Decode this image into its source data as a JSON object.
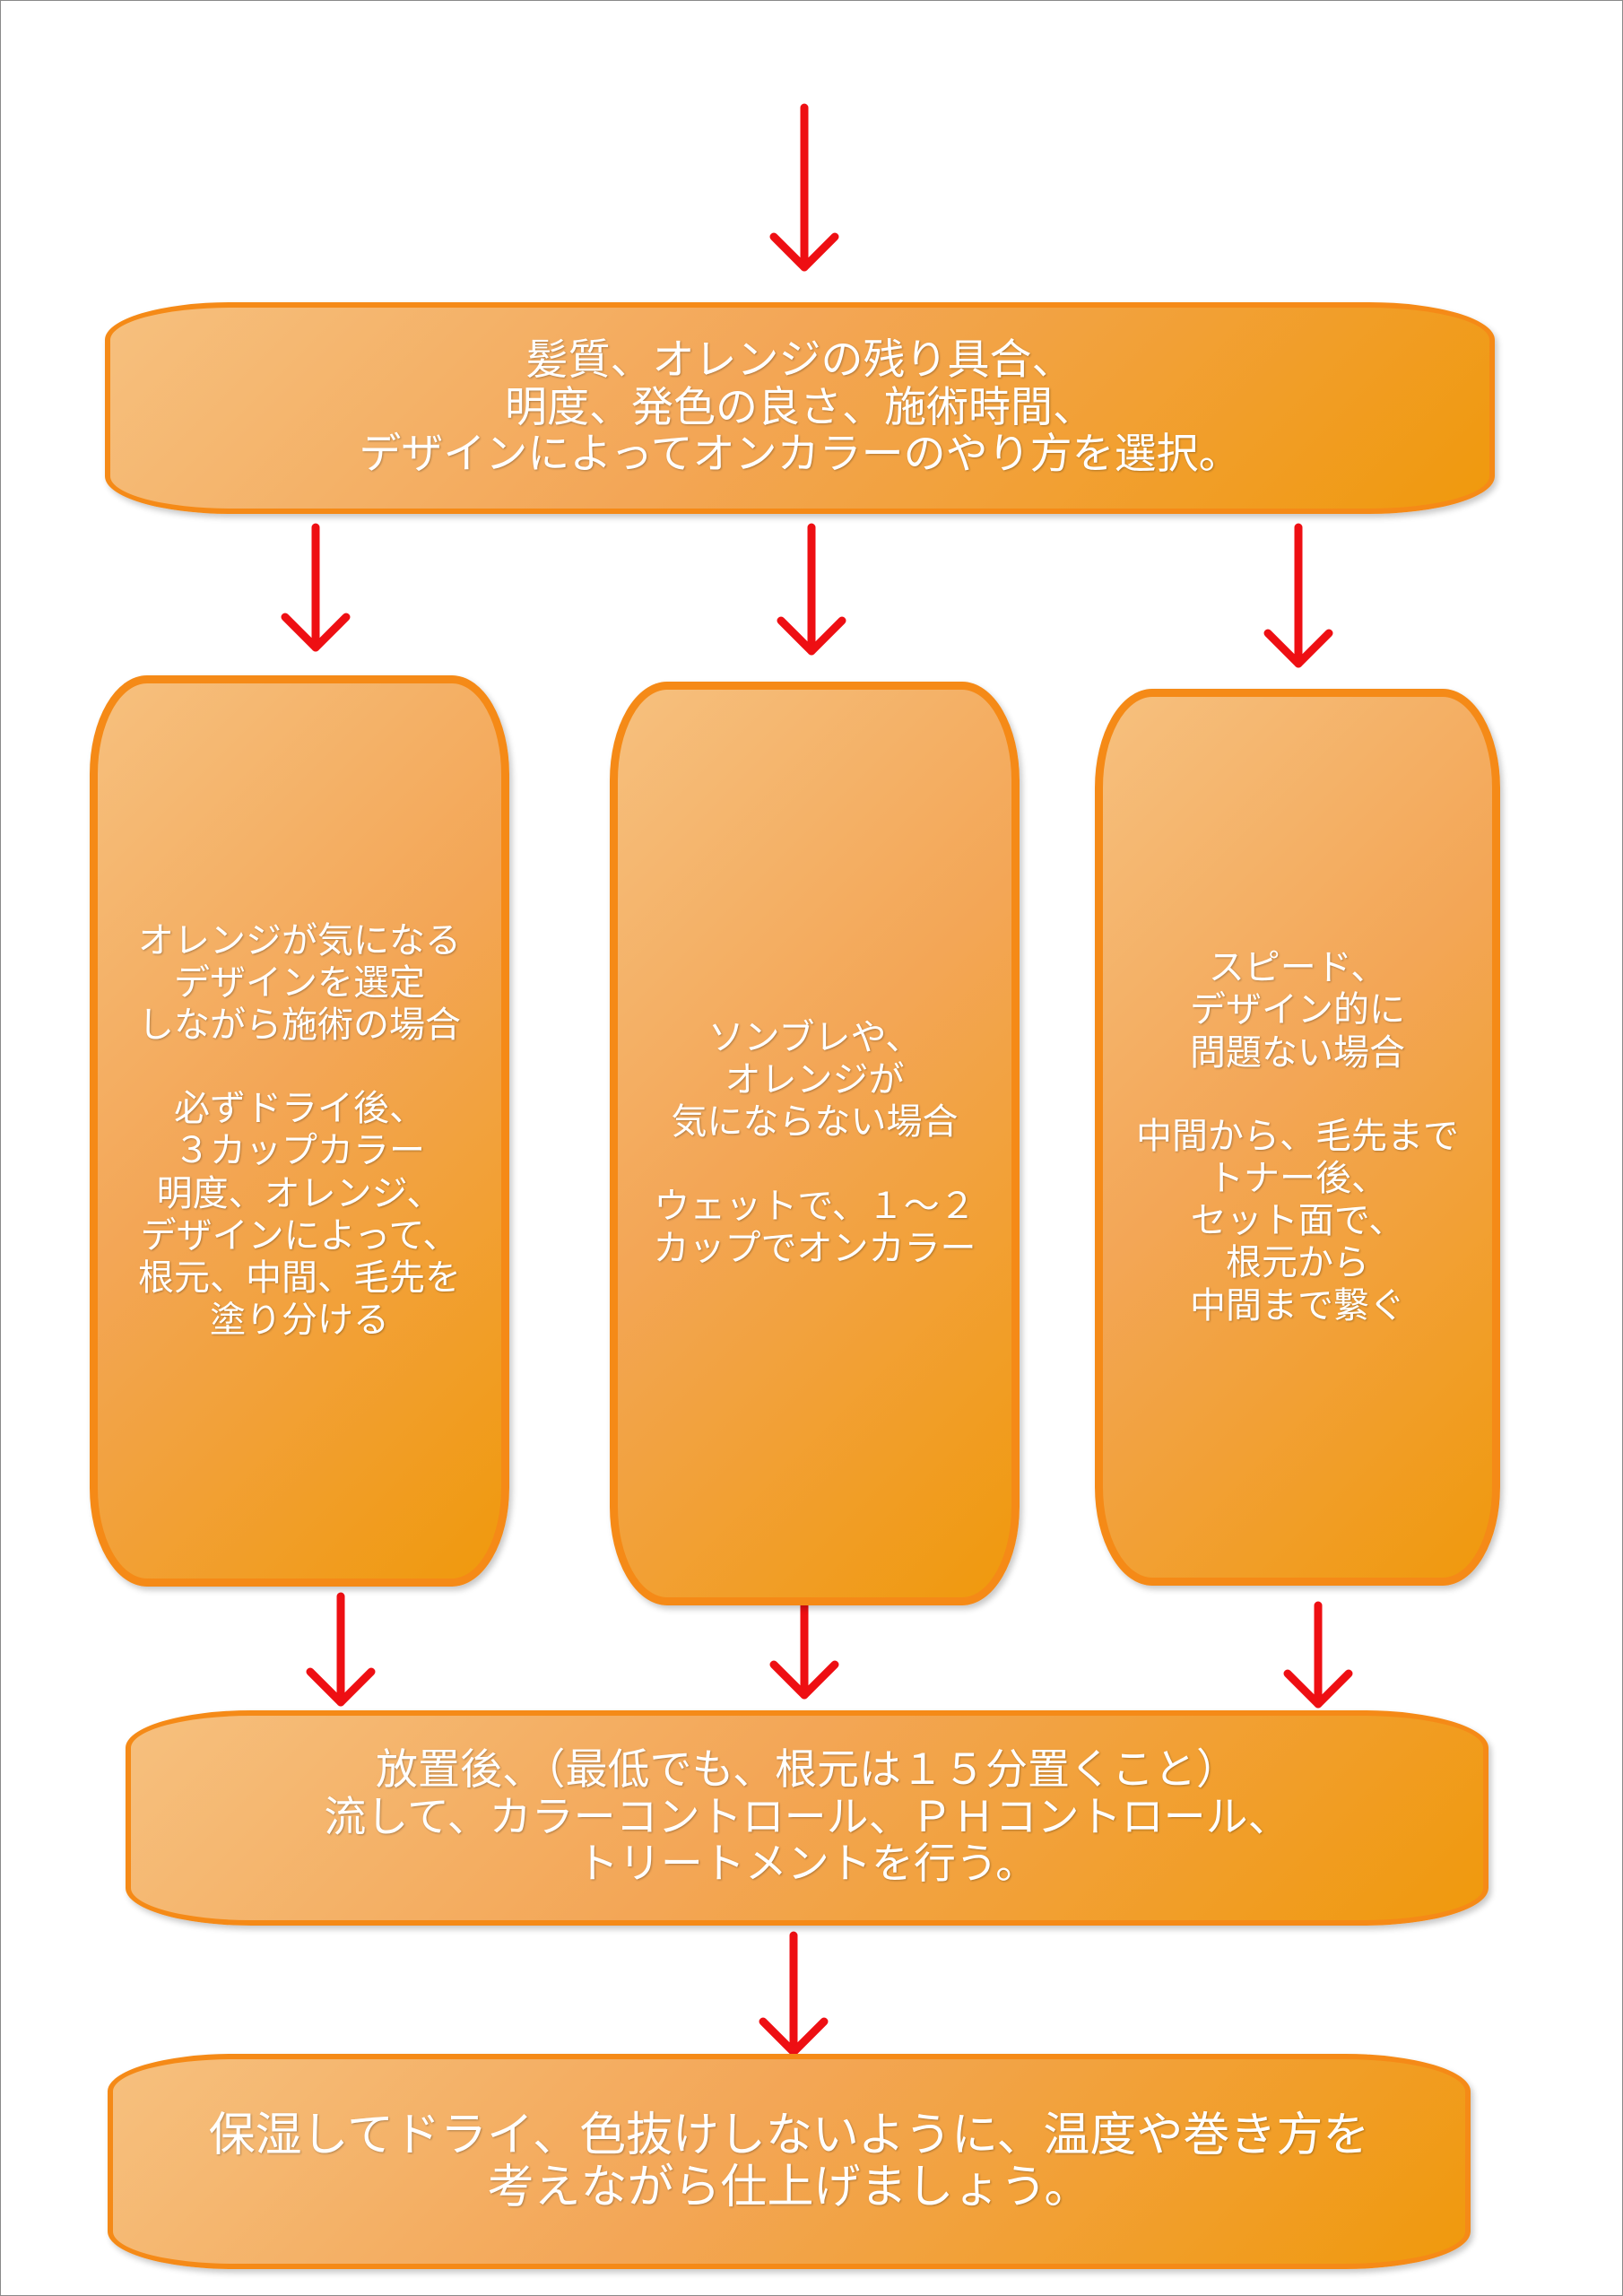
{
  "colors": {
    "arrow": "#ee0f13",
    "box_fill_light": "#f6c07e",
    "box_fill_dark": "#f0990c",
    "box_border": "#f58a17",
    "text": "#ffffff"
  },
  "steps": {
    "select": {
      "text": "髪質、オレンジの残り具合、\n明度、発色の良さ、施術時間、\nデザインによってオンカラーのやり方を選択。"
    },
    "options": [
      {
        "condition": "オレンジが気になる\nデザインを選定\nしながら施術の場合",
        "action": "必ずドライ後、\n３カップカラー\n明度、オレンジ、\nデザインによって、\n根元、中間、毛先を\n塗り分ける"
      },
      {
        "condition": "ソンブレや、\nオレンジが\n気にならない場合",
        "action": "ウェットで、１～２\nカップでオンカラー"
      },
      {
        "condition": "スピード、\nデザイン的に\n問題ない場合",
        "action": "中間から、毛先まで\nトナー後、\nセット面で、\n根元から\n中間まで繋ぐ"
      }
    ],
    "process": {
      "text": "放置後、（最低でも、根元は１５分置くこと）\n流して、カラーコントロール、ＰＨコントロール、\nトリートメントを行う。"
    },
    "finish": {
      "text": "保湿してドライ、色抜けしないように、温度や巻き方を\n考えながら仕上げましょう。"
    }
  }
}
